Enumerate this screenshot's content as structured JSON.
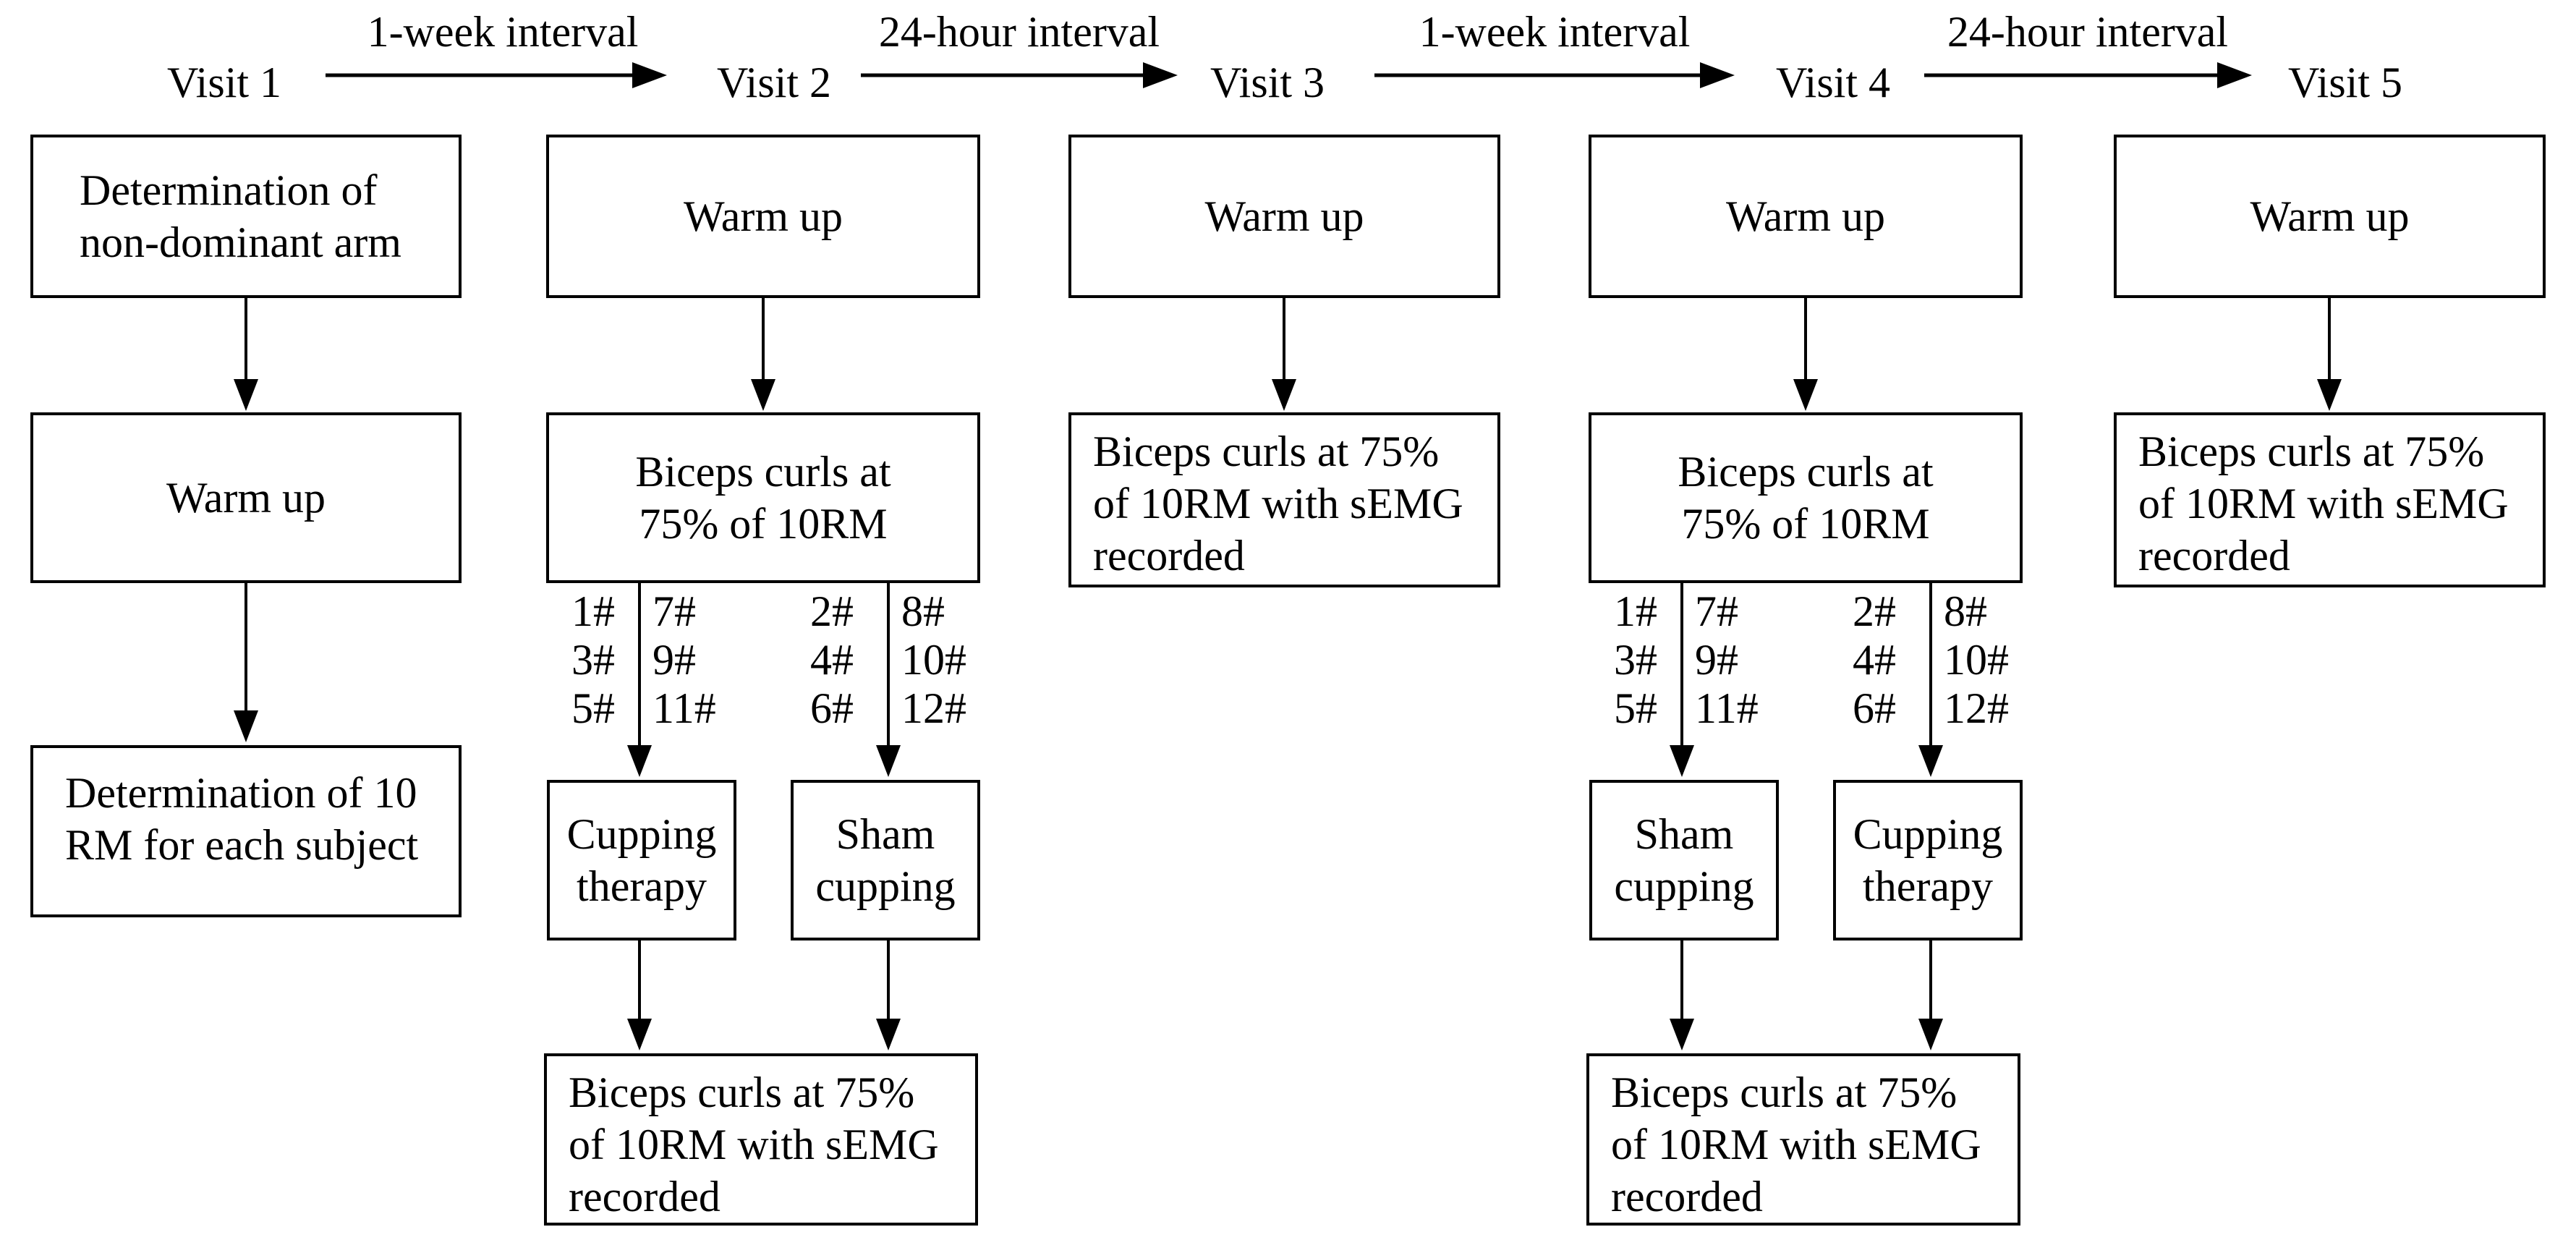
{
  "figure_colors": {
    "ink": "#000000",
    "background": "#ffffff"
  },
  "intervals": [
    "1-week interval",
    "24-hour interval",
    "1-week interval",
    "24-hour interval"
  ],
  "visits": [
    {
      "name": "Visit 1",
      "step1": "Determination of\nnon-dominant arm",
      "step2": "Warm up",
      "step3": "Determination of 10\nRM for each subject"
    },
    {
      "name": "Visit 2",
      "step1": "Warm up",
      "step2": "Biceps curls at\n75% of 10RM",
      "branch_left": {
        "subjects_left": "1#\n3#\n5#",
        "subjects_right": "7#\n9#\n11#",
        "treatment": "Cupping\ntherapy"
      },
      "branch_right": {
        "subjects_left": "2#\n4#\n6#",
        "subjects_right": "8#\n10#\n12#",
        "treatment": "Sham\ncupping"
      },
      "step3": "Biceps curls at 75%\nof 10RM with sEMG\nrecorded"
    },
    {
      "name": "Visit 3",
      "step1": "Warm up",
      "step2": "Biceps curls at 75%\nof 10RM with sEMG\nrecorded"
    },
    {
      "name": "Visit 4",
      "step1": "Warm up",
      "step2": "Biceps curls at\n75% of 10RM",
      "branch_left": {
        "subjects_left": "1#\n3#\n5#",
        "subjects_right": "7#\n9#\n11#",
        "treatment": "Sham\ncupping"
      },
      "branch_right": {
        "subjects_left": "2#\n4#\n6#",
        "subjects_right": "8#\n10#\n12#",
        "treatment": "Cupping\ntherapy"
      },
      "step3": "Biceps curls at 75%\nof 10RM with sEMG\nrecorded"
    },
    {
      "name": "Visit 5",
      "step1": "Warm up",
      "step2": "Biceps curls at 75%\nof 10RM with sEMG\nrecorded"
    }
  ]
}
